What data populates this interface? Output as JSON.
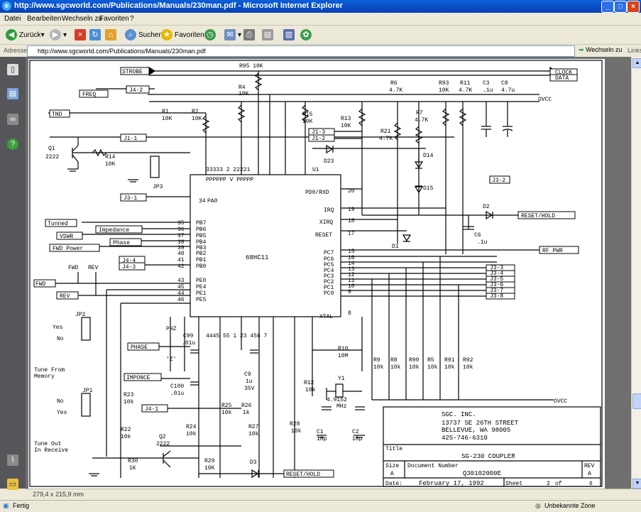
{
  "window": {
    "title": "http://www.sgcworld.com/Publications/Manuals/230man.pdf - Microsoft Internet Explorer"
  },
  "menu": [
    "Datei",
    "Bearbeiten",
    "Wechseln zu",
    "Favoriten",
    "?"
  ],
  "toolbar": {
    "back": "Zurück",
    "search": "Suchen",
    "favorites": "Favoriten"
  },
  "address": {
    "label": "Adresse",
    "url": "http://www.sgcworld.com/Publications/Manuals/230man.pdf",
    "go": "Wechseln zu",
    "links": "Links"
  },
  "pdf": {
    "page_size": "279,4 x 215,9 mm"
  },
  "status": {
    "left": "Fertig",
    "zone": "Unbekannte Zone"
  },
  "schematic": {
    "signals": {
      "strobe": "STROBE",
      "clock": "CLOCK",
      "data": "DATA",
      "freq": "FREQ",
      "tnd": "TND",
      "tunned": "Tunned",
      "impedance": "Impedance",
      "vswr": "VSWR",
      "phase": "Phase",
      "fwd_power": "FWD Power",
      "fwd": "FWD",
      "rev": "REV",
      "phase_in": "PHASE",
      "impedance_in": "IMPONCE",
      "reset_hold": "RESET/HOLD",
      "rf_pwr": "RF PWR",
      "vcc": "OVCC"
    },
    "connectors": {
      "j4_2": "J4-2",
      "j1_1": "J1-1",
      "j1_3": "J1-3",
      "j1_2": "J1-2",
      "j3_1": "J3-1",
      "j3_2": "J3-2",
      "j4_4": "J4-4",
      "j4_3": "J4-3",
      "j4_1": "J4-1",
      "j3_3": "J3-3",
      "j3_4": "J3-4",
      "j3_5": "J3-5",
      "j3_6": "J3-6",
      "j3_7": "J3-7",
      "j3_8": "J3-8"
    },
    "components": {
      "r95": "R95 10K",
      "r4": "R4",
      "r4v": "10K",
      "r1": "R1",
      "r1v": "10K",
      "r2": "R2",
      "r2v": "10K",
      "r15": "R15",
      "r15v": "10K",
      "r13": "R13",
      "r13v": "10K",
      "r21": "R21",
      "r21v": "4.7K",
      "r6": "R6",
      "r6v": "4.7K",
      "r93": "R93",
      "r93v": "10K",
      "r11": "R11",
      "r11v": "4.7K",
      "c3": "C3",
      "c3v": ".1u",
      "c8": "C8",
      "c8v": "4.7u",
      "r7": "R7",
      "r7v": "4.7K",
      "q1": "Q1",
      "q1v": "2222",
      "r14": "R14",
      "r14v": "10K",
      "jp3": "JP3",
      "u1": "U1",
      "chip": "68HC11",
      "d23": "D23",
      "d14": "D14",
      "d15": "D15",
      "d2": "D2",
      "c6": "C6",
      "c6v": ".1u",
      "d1": "D1",
      "jp2": "JP2",
      "yes": "Yes",
      "no": "No",
      "tune_from": "Tune From",
      "memory": "Memory",
      "jp1": "JP1",
      "tune_out": "Tune Out",
      "in_receive": "In Receive",
      "phz": "PHZ",
      "z": "'Z'",
      "c99": "C99",
      "c99v": ".01u",
      "c100": "C100",
      "c100v": ".01u",
      "c9": "C9",
      "c9v": "1u",
      "c9v2": "35V",
      "r23": "R23",
      "r23v": "10k",
      "r25": "R25",
      "r25v": "10k",
      "r26": "R26",
      "r26v": "1k",
      "r22": "R22",
      "r22v": "10k",
      "r24": "R24",
      "r24v": "10k",
      "r27": "R27",
      "r27v": "10k",
      "r28": "R28",
      "r28v": "10k",
      "r12": "R12",
      "r12v": "10k",
      "r10": "R10",
      "r10v": "10M",
      "y1": "Y1",
      "y1v": "4.9152",
      "y1v2": "MHz",
      "c1": "C1",
      "c1v": "18p",
      "c2": "C2",
      "c2v": "18p",
      "q2": "Q2",
      "q2v": "2222",
      "r30": "R30",
      "r30v": "1K",
      "r29": "R29",
      "r29v": "10K",
      "d3": "D3",
      "r9": "R9",
      "r9v": "10k",
      "r8": "R8",
      "r8v": "10k",
      "r90": "R90",
      "r90v": "10k",
      "r5": "R5",
      "r5v": "10k",
      "r91": "R91",
      "r91v": "10k",
      "r92": "R92",
      "r92v": "10k"
    },
    "pins": {
      "pa0": "PA0",
      "pd0": "PD0/RXD",
      "irq": "IRQ",
      "xirq": "XIRQ",
      "reset": "RESET",
      "pb7": "PB7",
      "pb6": "PB6",
      "pb5": "PB5",
      "pb4": "PB4",
      "pb3": "PB3",
      "pb2": "PB2",
      "pb1": "PB1",
      "pb0": "PB0",
      "pc7": "PC7",
      "pc6": "PC6",
      "pc5": "PC5",
      "pc4": "PC4",
      "pc3": "PC3",
      "pc2": "PC2",
      "pc1": "PC1",
      "pc0": "PC0",
      "pe0": "PE0",
      "pe4": "PE4",
      "pe1": "PE1",
      "pe5": "PE5",
      "xtal": "XTAL",
      "n34": "34",
      "n20": "20",
      "n19": "19",
      "n18": "18",
      "n17": "17",
      "n35": "35",
      "n36": "36",
      "n37": "37",
      "n38": "38",
      "n39": "39",
      "n40": "40",
      "n41": "41",
      "n42": "42",
      "n15": "15",
      "n16": "16",
      "n14": "14",
      "n13": "13",
      "n12": "12",
      "n11": "11",
      "n10": "10",
      "n9": "9",
      "n43": "43",
      "n45": "45",
      "n44": "44",
      "n46": "46",
      "n8": "8",
      "top_pins": "33333 2 22221",
      "top_pins2": "PPPPPP V PPPPP",
      "bot_nums": "4445 55 1 23 456 7"
    },
    "title_block": {
      "company": "SGC. INC.",
      "street": "13737 SE 26TH STREET",
      "city": "BELLEVUE, WA 98005",
      "phone": "425-746-6310",
      "title_label": "Title",
      "title": "SG-230 COUPLER",
      "size_label": "Size",
      "size": "A",
      "docnum_label": "Document Number",
      "docnum": "Q30102000E",
      "rev_label": "REV",
      "rev": "A",
      "date_label": "Date:",
      "date": "February 17, 1992",
      "sheet_label": "Sheet",
      "sheet": "2",
      "of": "of",
      "sheets": "6"
    }
  }
}
